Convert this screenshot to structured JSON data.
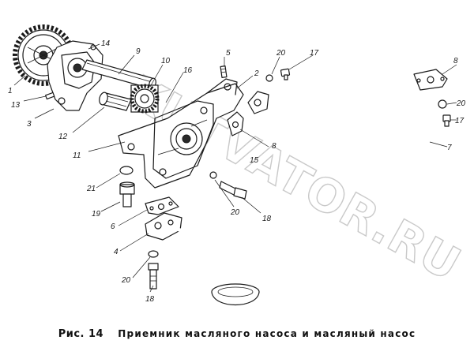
{
  "watermark": "KUTVATOR.RU",
  "caption": {
    "figure": "Рис. 14",
    "title": "Приемник масляного насоса и масляный насос"
  },
  "callouts": [
    {
      "id": "c1",
      "label": "1"
    },
    {
      "id": "c13",
      "label": "13"
    },
    {
      "id": "c3",
      "label": "3"
    },
    {
      "id": "c14",
      "label": "14"
    },
    {
      "id": "c9",
      "label": "9"
    },
    {
      "id": "c10",
      "label": "10"
    },
    {
      "id": "c16",
      "label": "16"
    },
    {
      "id": "c12",
      "label": "12"
    },
    {
      "id": "c11",
      "label": "11"
    },
    {
      "id": "c5",
      "label": "5"
    },
    {
      "id": "c20a",
      "label": "20"
    },
    {
      "id": "c17a",
      "label": "17"
    },
    {
      "id": "c2",
      "label": "2"
    },
    {
      "id": "c8a",
      "label": "8"
    },
    {
      "id": "c15",
      "label": "15"
    },
    {
      "id": "c8b",
      "label": "8"
    },
    {
      "id": "c20b",
      "label": "20"
    },
    {
      "id": "c17b",
      "label": "17"
    },
    {
      "id": "c7",
      "label": "7"
    },
    {
      "id": "c21",
      "label": "21"
    },
    {
      "id": "c19",
      "label": "19"
    },
    {
      "id": "c6",
      "label": "6"
    },
    {
      "id": "c20c",
      "label": "20"
    },
    {
      "id": "c18a",
      "label": "18"
    },
    {
      "id": "c4",
      "label": "4"
    },
    {
      "id": "c20d",
      "label": "20"
    },
    {
      "id": "c18b",
      "label": "18"
    }
  ]
}
